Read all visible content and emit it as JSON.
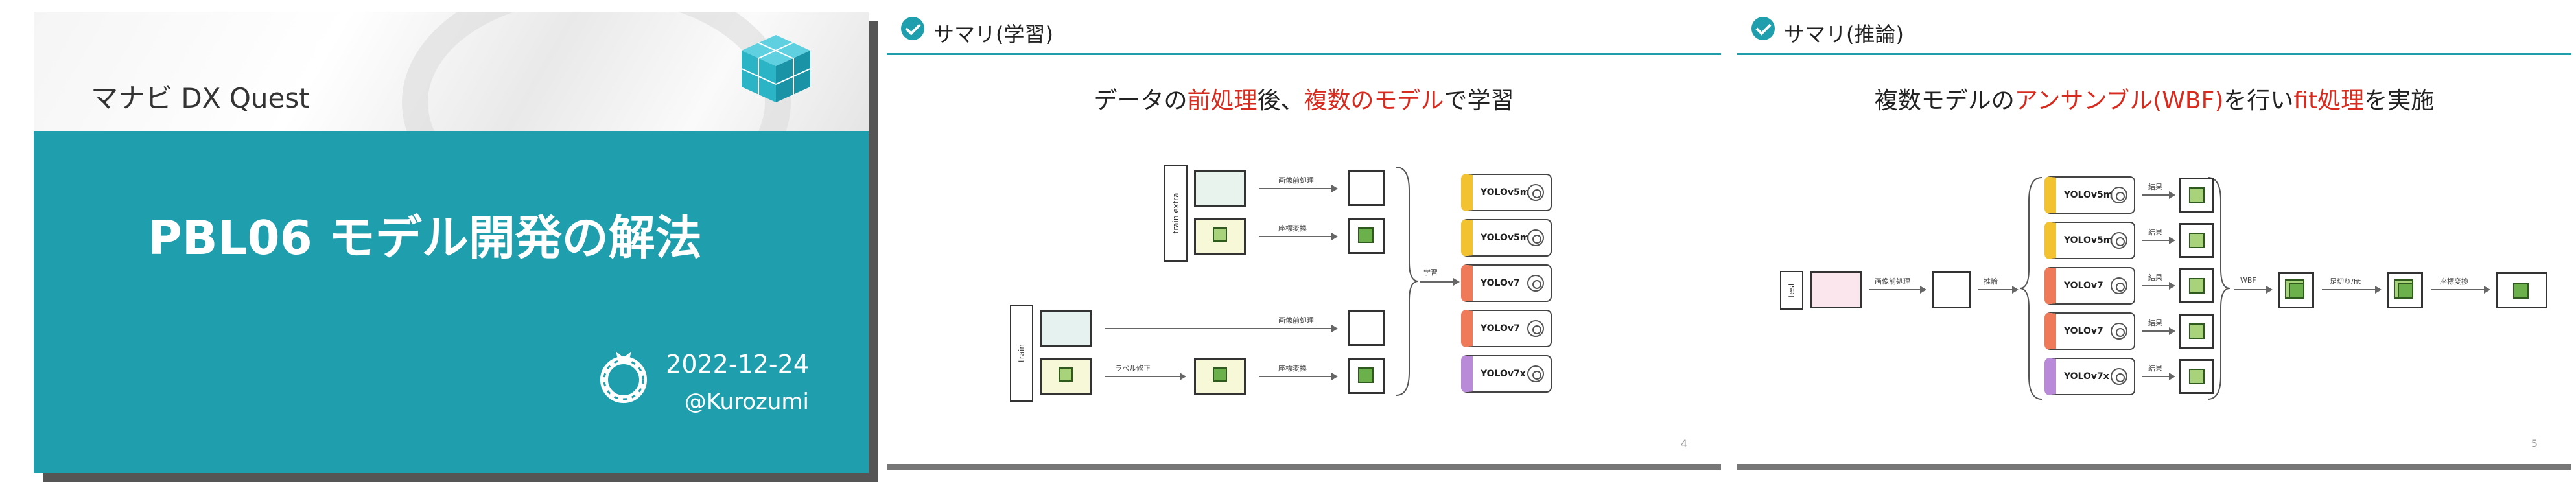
{
  "slide1": {
    "brand": "マナビ DX Quest",
    "title": "PBL06 モデル開発の解法",
    "date": "2022-12-24",
    "author": "@Kurozumi"
  },
  "slide2": {
    "header": "サマリ(学習)",
    "subtitle_parts": [
      "データの",
      "前処理",
      "後、",
      "複数のモデル",
      "で学習"
    ],
    "tag_train_extra": "train extra",
    "tag_train": "train",
    "label_preproc": "画像前処理",
    "label_coord": "座標変換",
    "label_label_fix": "ラベル修正",
    "label_learn": "学習",
    "models": [
      "YOLOv5m",
      "YOLOv5m",
      "YOLOv7",
      "YOLOv7",
      "YOLOv7x"
    ],
    "page": "4"
  },
  "slide3": {
    "header": "サマリ(推論)",
    "subtitle_parts": [
      "複数モデルの",
      "アンサンブル(WBF)",
      "を行い",
      "fit処理",
      "を実施"
    ],
    "tag_test": "test",
    "label_preproc": "画像前処理",
    "label_infer": "推論",
    "label_result": "結果",
    "label_wbf": "WBF",
    "label_fit": "足切り/fit",
    "label_coord": "座標変換",
    "models": [
      "YOLOv5m",
      "YOLOv5m",
      "YOLOv7",
      "YOLOv7",
      "YOLOv7x"
    ],
    "page": "5"
  },
  "colors": {
    "teal": "#1f9fad",
    "accent_red": "#d62b1e",
    "model_colors": [
      "#f2c230",
      "#f2c230",
      "#ef7a5a",
      "#ef7a5a",
      "#b98ad8"
    ]
  }
}
